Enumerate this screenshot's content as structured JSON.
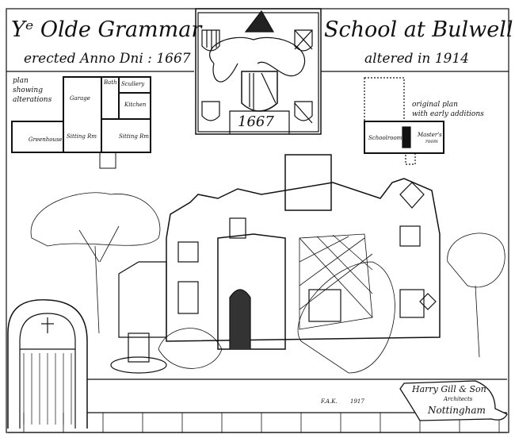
{
  "title": {
    "left": "Yᵉ Olde Grammar",
    "right": "School at Bulwell",
    "erected": "erected Anno Dni : 1667",
    "altered": "altered in 1914"
  },
  "crest": {
    "year": "1667"
  },
  "plan_altered": {
    "caption": [
      "plan",
      "showing",
      "alterations"
    ],
    "rooms": {
      "garage": "Garage",
      "bath": "Bath",
      "scullery": "Scullery",
      "kitchen": "Kitchen",
      "greenhouse": "Greenhouse",
      "sitting1": "Sitting Rm",
      "sitting2": "Sitting Rm"
    }
  },
  "plan_original": {
    "caption": [
      "original plan",
      "with early additions"
    ],
    "rooms": {
      "schoolroom": "Schoolroom",
      "masters": "Master's",
      "masters2": "room"
    }
  },
  "signature": {
    "date": "1917",
    "initials": "F.A.K."
  },
  "cartouche": {
    "line1": "Harry Gill & Son",
    "line2": "Architects",
    "line3": "Nottingham"
  }
}
